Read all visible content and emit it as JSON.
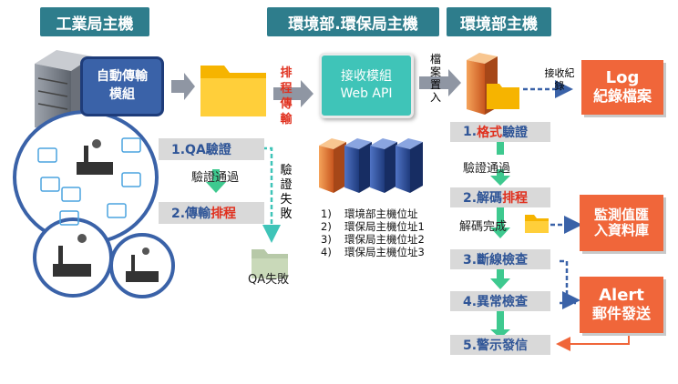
{
  "headers": {
    "left": "工業局主機",
    "middle": "環境部.環保局主機",
    "right": "環境部主機"
  },
  "left": {
    "module": "自動傳輸模組",
    "qa_step": "1.QA驗證",
    "pass_label": "驗證通過",
    "transfer_step_prefix": "2.傳輸",
    "transfer_step_highlight": "排程",
    "fail_label": "驗證失敗",
    "fail_folder": "QA失敗"
  },
  "middle": {
    "schedule_label": "排程傳輸",
    "receive_module_line1": "接收模組",
    "receive_module_line2": "Web API",
    "file_label": "檔案置入",
    "hosts": [
      {
        "num": "1)",
        "text": "環境部主機位址"
      },
      {
        "num": "2)",
        "text": "環保局主機位址1"
      },
      {
        "num": "3)",
        "text": "環保局主機位址2"
      },
      {
        "num": "4)",
        "text": "環保局主機位址3"
      }
    ]
  },
  "right": {
    "receive_label": "接收紀錄",
    "log_box": {
      "line1": "Log",
      "line2": "紀錄檔案"
    },
    "step1_prefix": "1.",
    "step1_highlight": "格式",
    "step1_suffix": "驗證",
    "pass_label": "驗證通過",
    "step2_prefix": "2.解碼",
    "step2_highlight": "排程",
    "decode_done": "解碼完成",
    "monitor_box": {
      "line1": "監測值匯",
      "line2": "入資料庫"
    },
    "step3": "3.斷線檢查",
    "step4": "4.異常檢查",
    "alert_box": {
      "line1": "Alert",
      "line2": "郵件發送"
    },
    "step5": "5.警示發信"
  },
  "colors": {
    "header_bg": "#2e7d8c",
    "module_blue": "#3a62a8",
    "teal": "#3fc4b8",
    "orange": "#f0663a",
    "step_bg": "#d9d9d9",
    "step_text": "#2f5597",
    "highlight_red": "#e0301e",
    "green_arrow": "#3ec98f"
  }
}
